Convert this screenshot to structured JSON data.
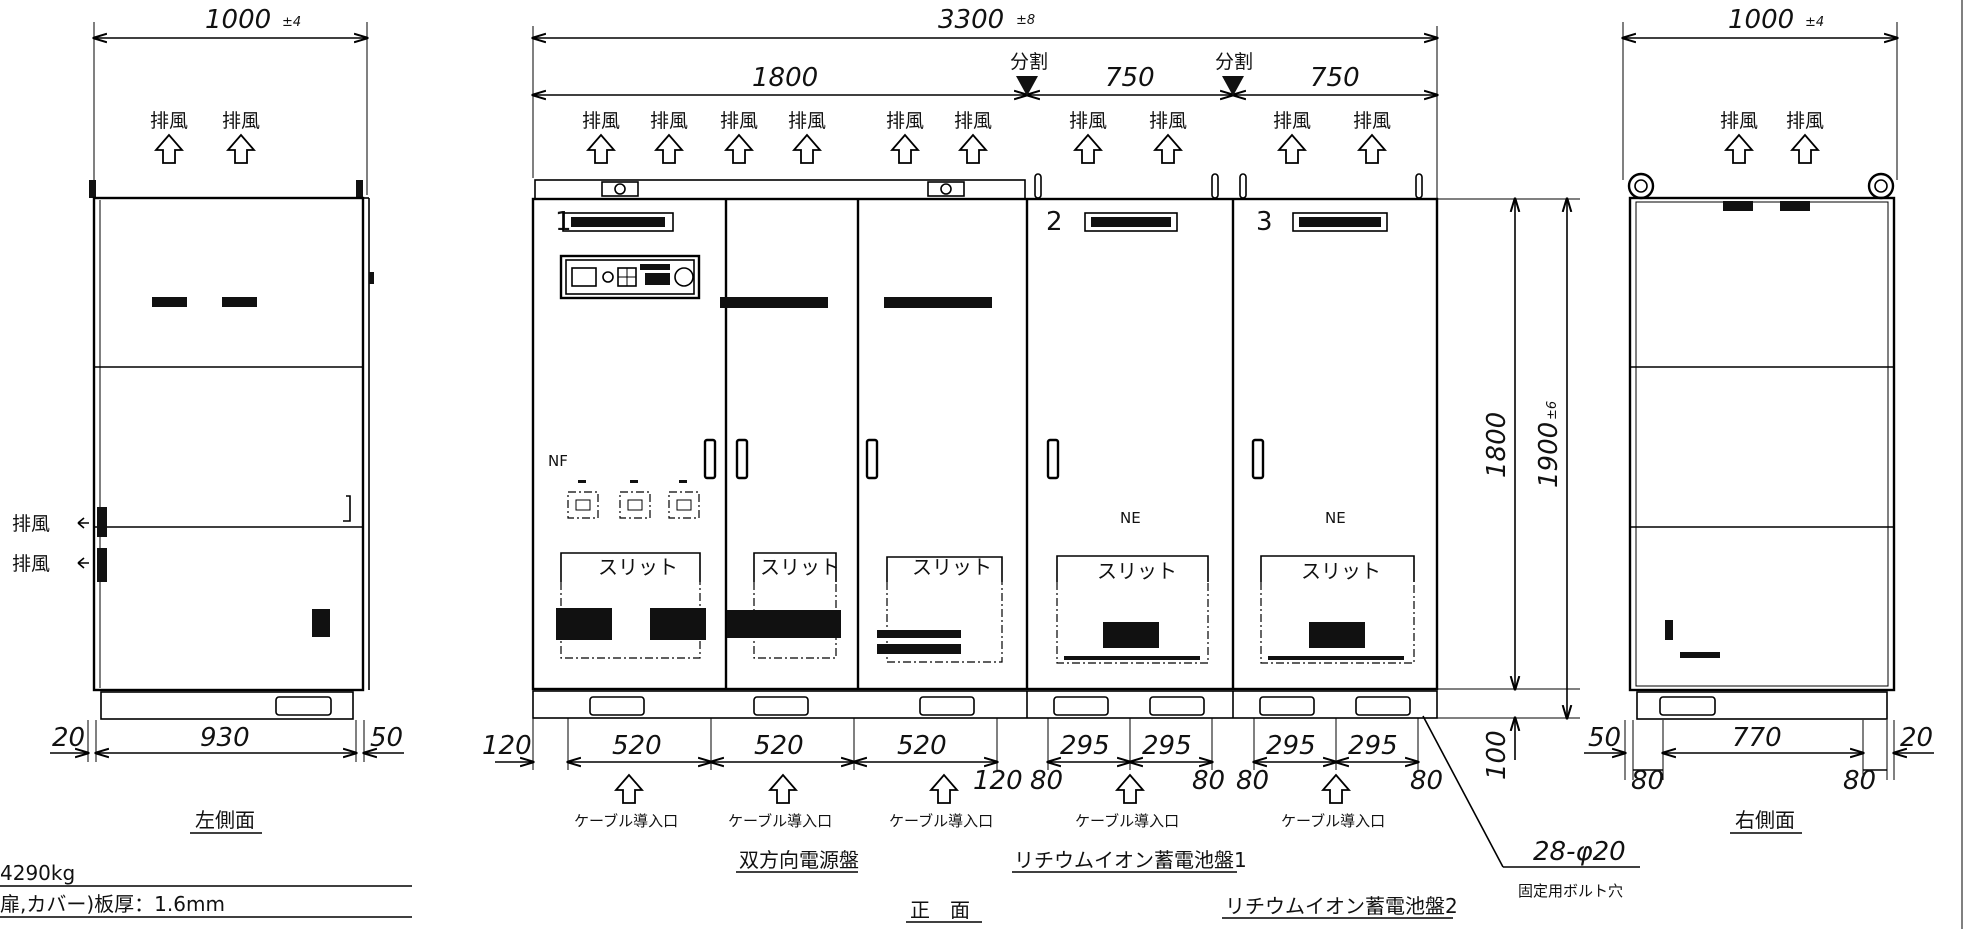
{
  "dimensions": {
    "left_width": "1000",
    "left_width_tol": "±4",
    "total_width": "3300",
    "total_width_tol": "±8",
    "sec1_width": "1800",
    "sec2_width": "750",
    "sec3_width": "750",
    "right_width": "1000",
    "right_width_tol": "±4",
    "height_body": "1800",
    "height_total": "1900",
    "height_total_tol": "±6",
    "base_height": "100",
    "left_base_a": "20",
    "left_base_b": "930",
    "left_base_c": "50",
    "front_offset_l": "120",
    "front_520_1": "520",
    "front_520_2": "520",
    "front_520_3": "520",
    "front_offset_r": "120",
    "s2_80a": "80",
    "s2_295a": "295",
    "s2_295b": "295",
    "s2_80b": "80",
    "s3_80a": "80",
    "s3_295a": "295",
    "s3_295b": "295",
    "s3_80b": "80",
    "right_50": "50",
    "right_770": "770",
    "right_20": "20",
    "right_80a": "80",
    "right_80b": "80"
  },
  "labels": {
    "exhaust": "排風",
    "split": "分割",
    "slit": "スリット",
    "cable_entry": "ケーブル導入口",
    "panel_num_1": "1",
    "panel_num_2": "2",
    "panel_num_3": "3",
    "nf": "NF",
    "ne": "NE",
    "bolt_hole": "28-φ20",
    "bolt_hole_note": "固定用ボルト穴"
  },
  "titles": {
    "left_side": "左側面",
    "right_side": "右側面",
    "front": "正　面",
    "bidirectional": "双方向電源盤",
    "li_panel_1": "リチウムイオン蓄電池盤1",
    "li_panel_2": "リチウムイオン蓄電池盤2"
  },
  "notes": {
    "weight": "4290kg",
    "thickness": "扉,カバー)板厚：1.6mm"
  }
}
